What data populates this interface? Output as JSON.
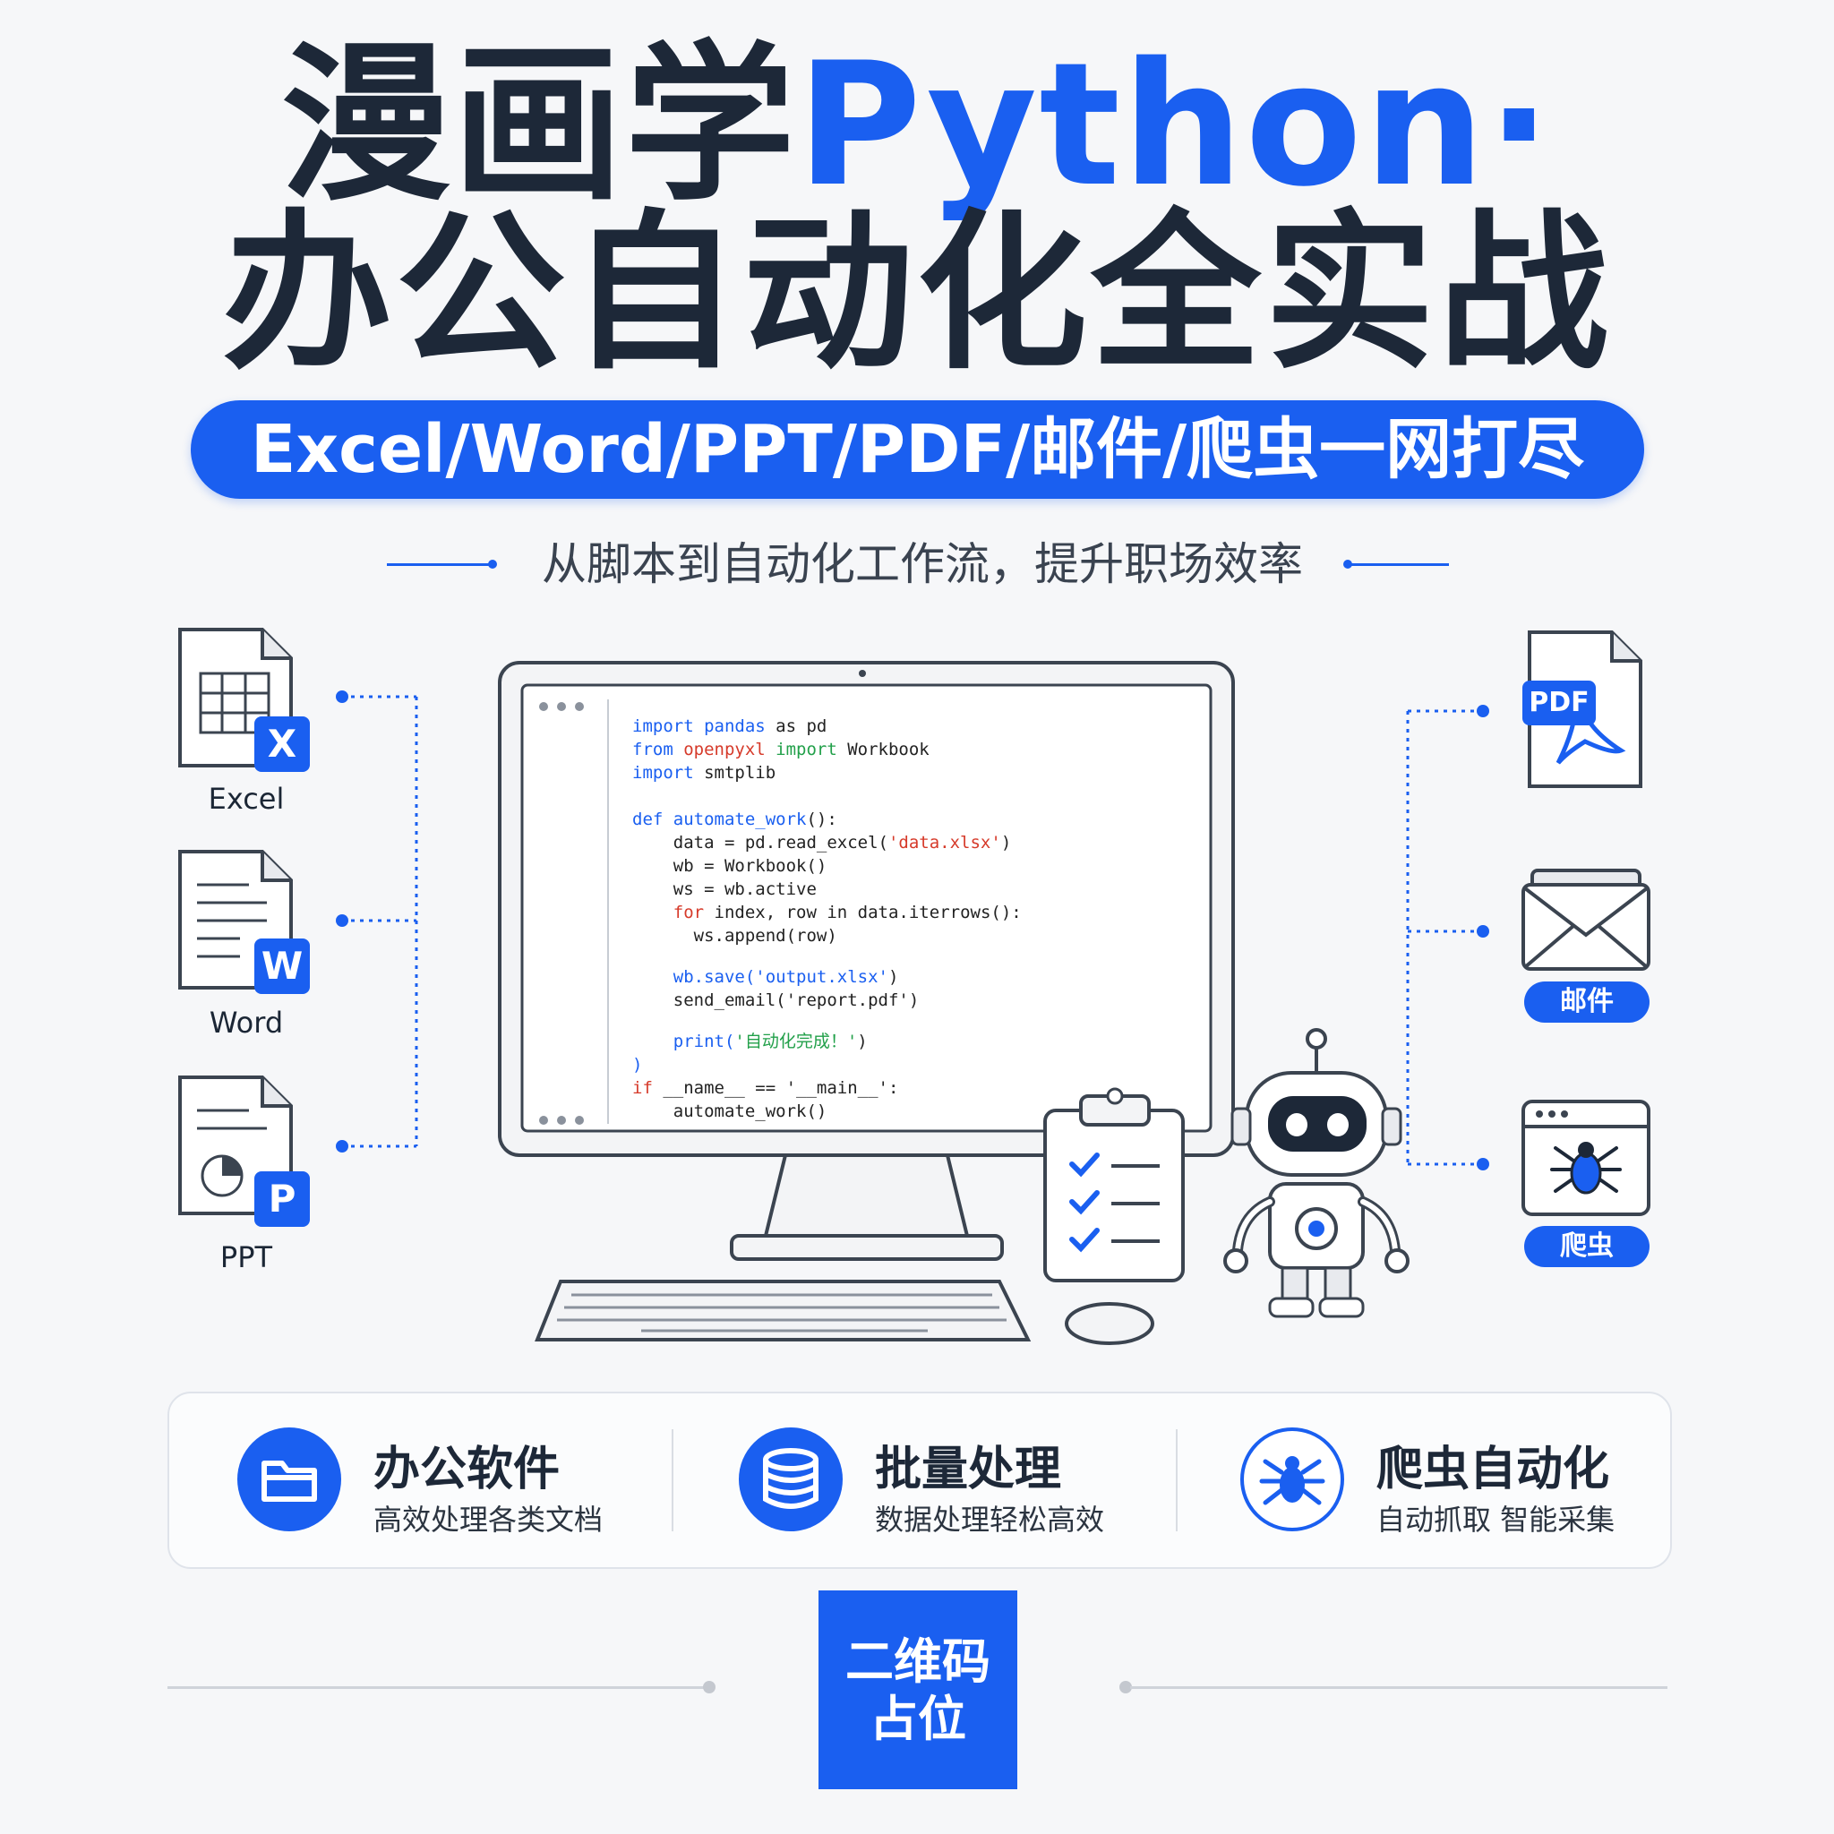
{
  "title": {
    "line1_dark": "漫画学",
    "line1_blue": "Python·",
    "line2": "办公自动化全实战"
  },
  "banner": "Excel/Word/PPT/PDF/邮件/爬虫一网打尽",
  "subtitle": "从脚本到自动化工作流，提升职场效率",
  "left_docs": [
    {
      "label": "Excel",
      "badge": "X"
    },
    {
      "label": "Word",
      "badge": "W"
    },
    {
      "label": "PPT",
      "badge": "P"
    }
  ],
  "right_items": {
    "pdf_badge": "PDF",
    "mail_tag": "邮件",
    "spider_tag": "爬虫"
  },
  "code": {
    "l1a": "import",
    "l1b": " pandas ",
    "l1c": "as",
    "l1d": " pd",
    "l2a": "from",
    "l2b": " openpyxl ",
    "l2c": "import",
    "l2d": " Workbook",
    "l3a": "import",
    "l3b": " smtplib",
    "l4a": "def",
    "l4b": " automate_work",
    "l4c": "():",
    "l5a": "    data = pd.read_excel(",
    "l5b": "'data.xlsx'",
    "l5c": ")",
    "l6": "    wb = Workbook()",
    "l7": "    ws = wb.active",
    "l8a": "    ",
    "l8b": "for",
    "l8c": " index, row in data.iterrows():",
    "l9": "      ws.append(row)",
    "l10a": "    wb.save(",
    "l10b": "'output.xlsx'",
    "l10c": ")",
    "l11": "    send_email('report.pdf')",
    "l12a": "    print(",
    "l12b": "'自动化完成！'",
    "l12c": ")",
    "l13": ")",
    "l14a": "if",
    "l14b": " __name__ == '__main__':",
    "l15": "    automate_work()"
  },
  "features": [
    {
      "title": "办公软件",
      "sub": "高效处理各类文档",
      "icon": "folder-icon"
    },
    {
      "title": "批量处理",
      "sub": "数据处理轻松高效",
      "icon": "database-icon"
    },
    {
      "title": "爬虫自动化",
      "sub": "自动抓取 智能采集",
      "icon": "spider-icon"
    }
  ],
  "qr": {
    "line1": "二维码",
    "line2": "占位"
  },
  "colors": {
    "accent": "#1a5ff0",
    "dark": "#1d2838"
  }
}
